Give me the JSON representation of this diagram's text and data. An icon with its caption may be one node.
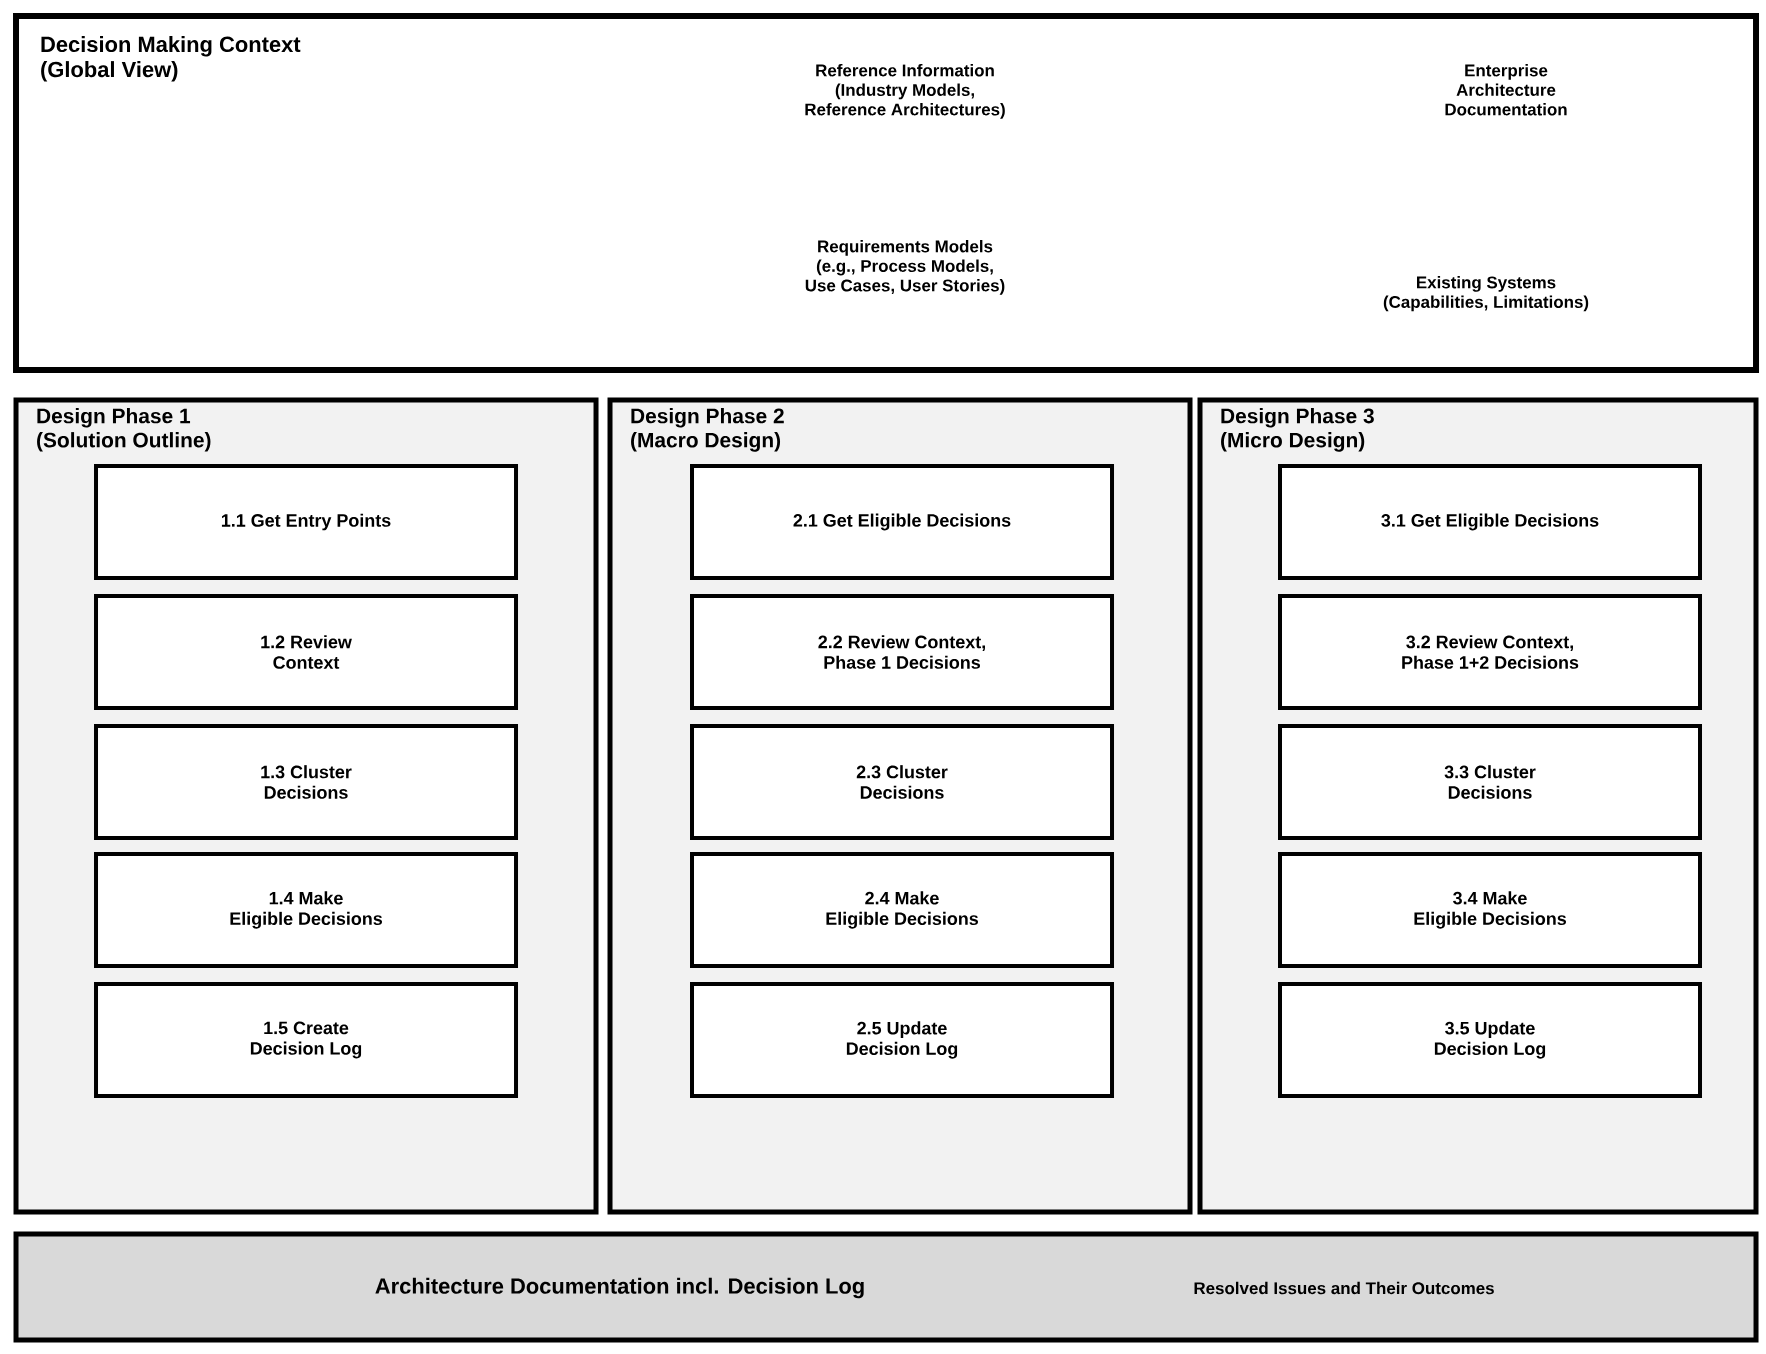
{
  "diagram": {
    "nodes": [
      {
        "text": [
          "Decision Making Context (Global View)",
          "Reference Information (Industry Models, Reference Architectures)",
          "Enterprise Architecture Documentation",
          "Requirements Models (e.g., Process Models, Use Cases, User Stories)",
          "Existing Systems (Capabilities, Limitations)"
        ]
      },
      {
        "text": [
          "Design Phase 1 (Solution Outline)"
        ]
      },
      {
        "text": [
          "1.1 Get Entry Points"
        ],
        "in": 1
      },
      {
        "text": [
          "1.2 Review Context"
        ],
        "in": 1
      },
      {
        "text": [
          "1.3 Cluster Decisions"
        ],
        "in": 1
      },
      {
        "text": [
          "1.4 Make Eligible Decisions"
        ],
        "in": 1
      },
      {
        "text": [
          "1.5 Create Decision Log"
        ],
        "in": 1
      },
      {
        "text": [
          "Design Phase 2 (Macro Design)"
        ]
      },
      {
        "text": [
          "2.1 Get Eligible Decisions"
        ],
        "in": 7
      },
      {
        "text": [
          "2.2 Review Context, Phase 1 Decisions"
        ],
        "in": 7
      },
      {
        "text": [
          "2.3 Cluster Decisions"
        ],
        "in": 7
      },
      {
        "text": [
          "2.4 Make Eligible Decisions"
        ],
        "in": 7
      },
      {
        "text": [
          "2.5 Update Decision Log"
        ],
        "in": 7
      },
      {
        "text": [
          "Design Phase 3 (Micro Design)"
        ]
      },
      {
        "text": [
          "3.1 Get Eligible Decisions"
        ],
        "in": 13
      },
      {
        "text": [
          "3.2 Review Context, Phase 1+2 Decisions"
        ],
        "in": 13
      },
      {
        "text": [
          "3.3 Cluster Decisions"
        ],
        "in": 13
      },
      {
        "text": [
          "3.4 Make Eligible Decisions"
        ],
        "in": 13
      },
      {
        "text": [
          "3.5 Update Decision Log"
        ],
        "in": 13
      },
      {
        "text": [
          "Architecture Documentation incl. Decision Log",
          "Resolved Issues and Their Outcomes"
        ]
      }
    ]
  }
}
